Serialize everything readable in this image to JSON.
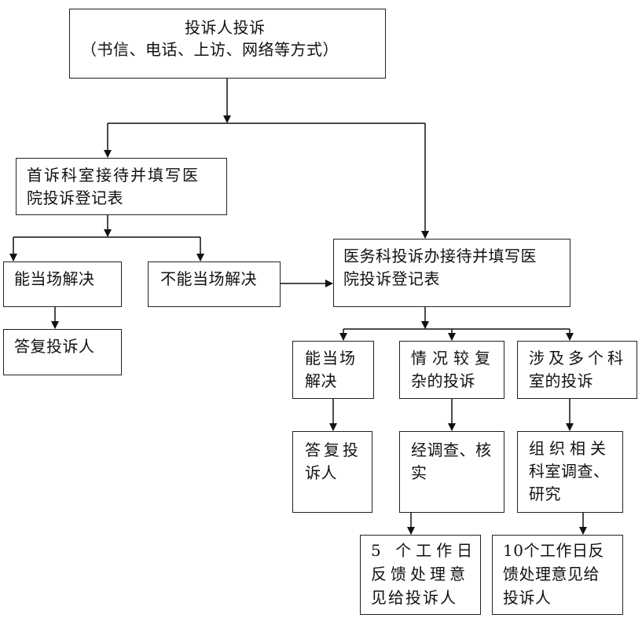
{
  "nodes": {
    "complainant": {
      "line1": "投诉人投诉",
      "line2": "（书信、电话、上访、网络等方式）"
    },
    "first_dept": {
      "line1": "首诉科室接待并填写医",
      "line2": "院投诉登记表"
    },
    "left_resolve": {
      "line1": "能当场解决"
    },
    "left_unresolve": {
      "line1": "不能当场解决"
    },
    "left_reply": {
      "line1": "答复投诉人"
    },
    "medical_office": {
      "line1": "医务科投诉办接待并填写医",
      "line2": "院投诉登记表"
    },
    "right_resolve": {
      "line1": "能当场",
      "line2": "解决"
    },
    "complex": {
      "line1": "情况较复",
      "line2": "杂的投诉"
    },
    "multi_dept": {
      "line1": "涉及多个科",
      "line2": "室的投诉"
    },
    "right_reply": {
      "line1": "答复投",
      "line2": "诉人"
    },
    "investigate": {
      "line1": "经调查、核",
      "line2": "实"
    },
    "organize": {
      "line1": "组织相关",
      "line2": "科室调查、",
      "line3": "研究"
    },
    "feedback5": {
      "line1": "5 个工作日",
      "line2": "反馈处理意",
      "line3": "见给投诉人"
    },
    "feedback10": {
      "line1": "10个工作日反",
      "line2": "馈处理意见给",
      "line3": "投诉人"
    }
  }
}
